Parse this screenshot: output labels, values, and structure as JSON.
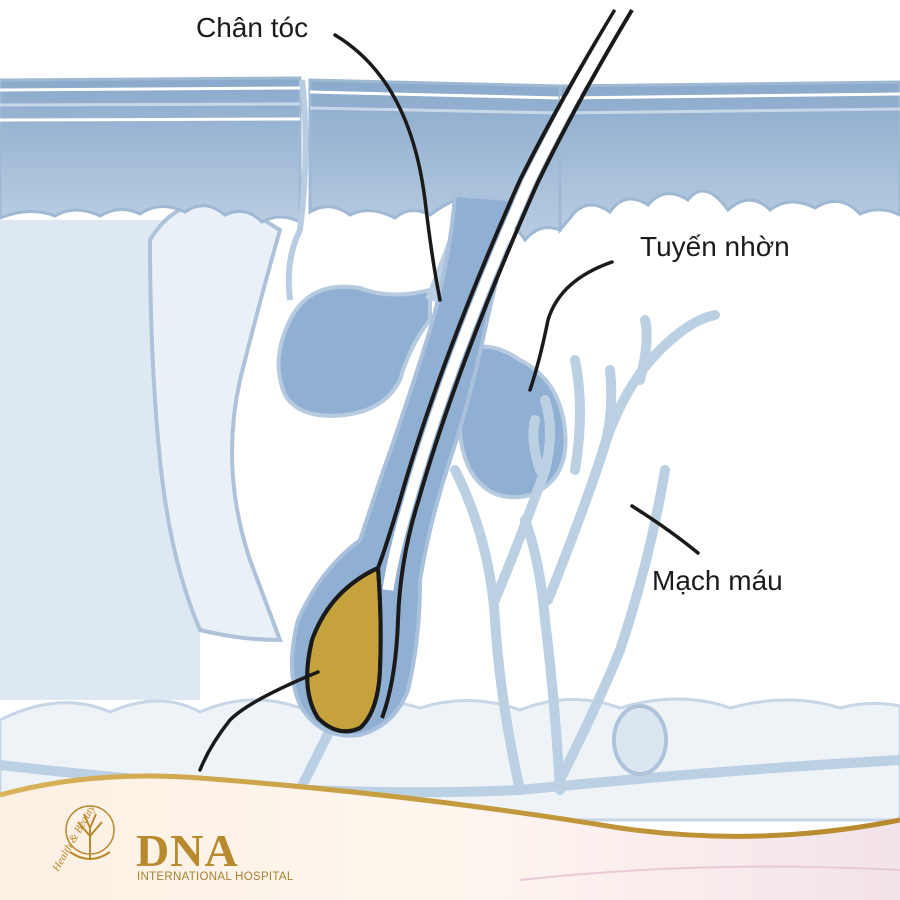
{
  "labels": {
    "hair_root": "Chân tóc",
    "sebaceous_gland": "Tuyến nhờn",
    "blood_vessel": "Mạch máu"
  },
  "brand": {
    "name": "DNA",
    "subtitle": "INTERNATIONAL HOSPITAL",
    "tagline": "Health & Beauty"
  },
  "colors": {
    "skin_light": "#dfe9f3",
    "skin_dark": "#9cb7d4",
    "vessel": "#bcd0e4",
    "gland": "#93b3d4",
    "bulb": "#c6a23c",
    "brand_gold": "#b8892d"
  }
}
